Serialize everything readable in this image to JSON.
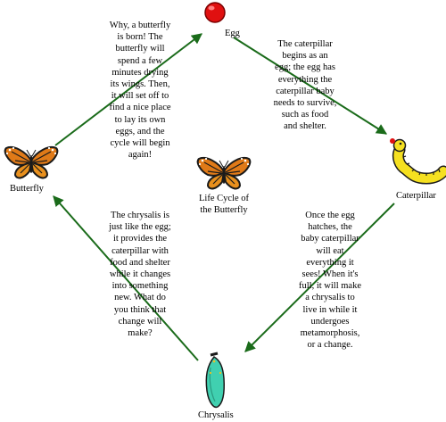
{
  "stages": {
    "egg": "Egg",
    "caterpillar": "Caterpillar",
    "chrysalis": "Chrysalis",
    "butterfly": "Butterfly"
  },
  "center_title": [
    "Life Cycle of",
    "the Butterfly"
  ],
  "descriptions": {
    "egg_to_caterpillar": [
      "The caterpillar",
      "begins as an",
      "egg; the egg has",
      "everything the",
      "caterpillar baby",
      "needs to survive,",
      "such as food",
      "and shelter."
    ],
    "caterpillar_to_chrysalis": [
      "Once the egg",
      "hatches, the",
      "baby caterpillar",
      "will eat",
      "everything it",
      "sees!  When it's",
      "full, it will make",
      "a chrysalis to",
      "live in while it",
      "undergoes",
      "metamorphosis,",
      "or a change."
    ],
    "chrysalis_to_butterfly": [
      "The chrysalis is",
      "just like the egg;",
      "it provides the",
      "caterpillar with",
      "food and shelter",
      "while it changes",
      "into something",
      "new.  What do",
      "you think that",
      "change will",
      "make?"
    ],
    "butterfly_to_egg": [
      "Why, a butterfly",
      "is born!  The",
      "butterfly will",
      "spend a few",
      "minutes drying",
      "its wings.  Then,",
      "it will set off to",
      "find a nice place",
      "to lay its own",
      "eggs, and the",
      "cycle will begin",
      "again!"
    ]
  },
  "colors": {
    "arrow": "#1a6b1a",
    "egg": "#e01010",
    "caterpillar": "#f5e020",
    "chrysalis": "#40d0b0",
    "butterfly_wing": "#e07a18"
  },
  "icons": [
    "egg-icon",
    "caterpillar-icon",
    "chrysalis-icon",
    "butterfly-icon"
  ]
}
